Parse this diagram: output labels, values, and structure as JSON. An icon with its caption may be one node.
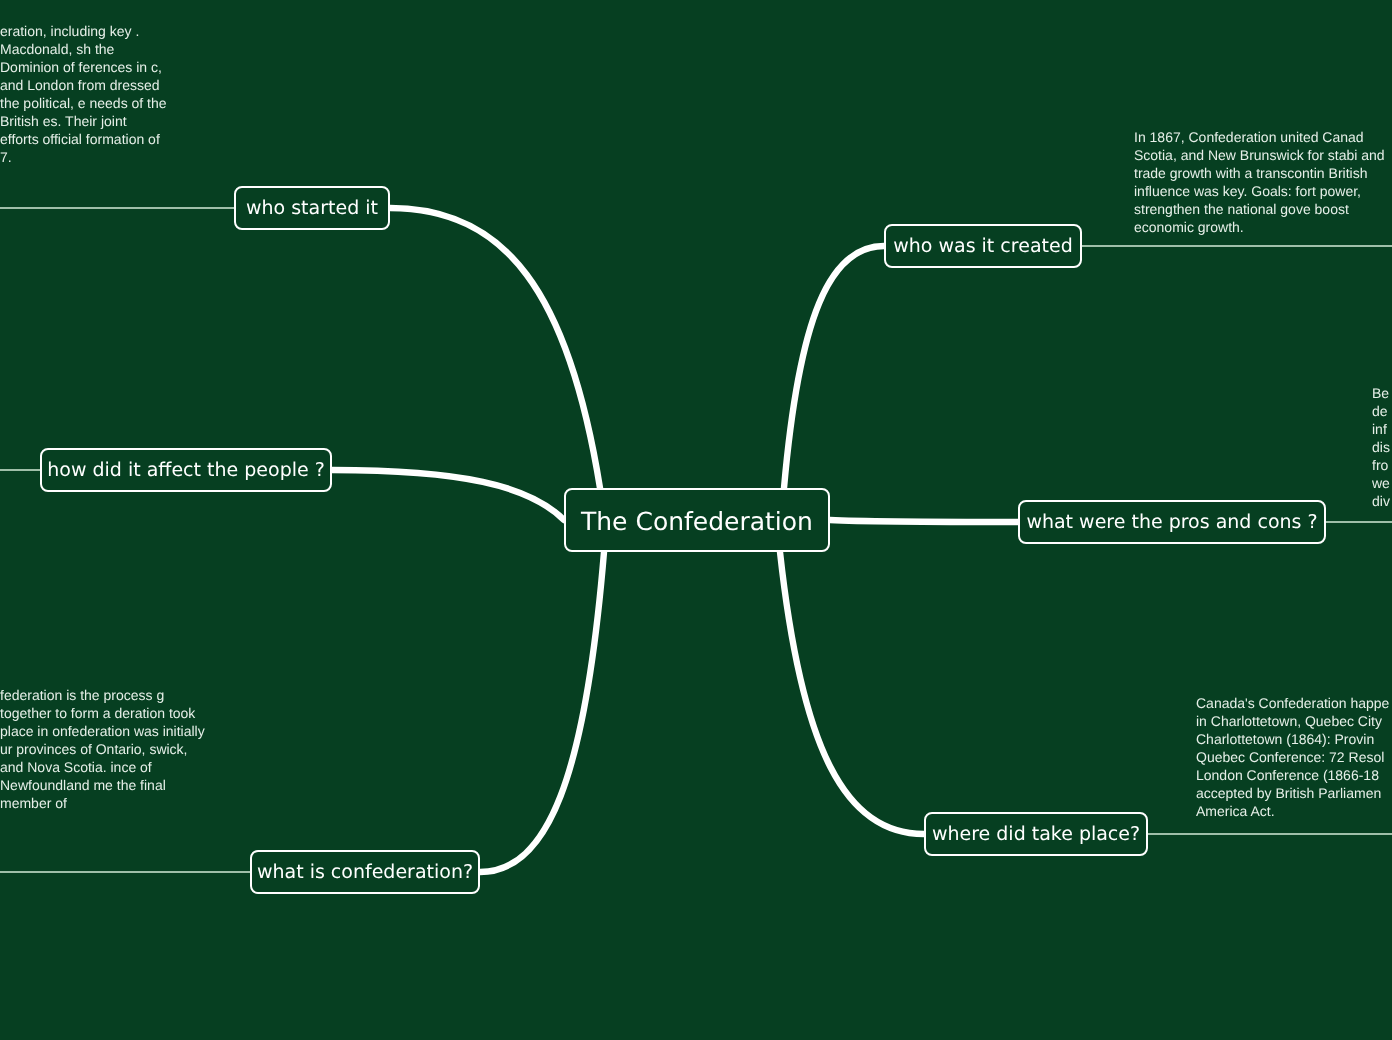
{
  "diagram": {
    "nodes": [
      {
        "text": [
          "The Confederation"
        ]
      },
      {
        "text": [
          "who started it"
        ]
      },
      {
        "text": [
          "eration, including key . Macdonald, sh the Dominion of ferences in c, and London from dressed the political, e needs of the British es. Their joint efforts official formation of 7."
        ]
      },
      {
        "text": [
          "who was it created"
        ]
      },
      {
        "text": [
          "In 1867, Confederation united Canad Scotia, and New Brunswick for stabi and trade growth with a transcontin British influence was key. Goals: fort power, strengthen the national gove boost economic growth."
        ]
      },
      {
        "text": [
          "how did it affect the people ?"
        ]
      },
      {
        "text": [
          "what were the pros and cons ?"
        ]
      },
      {
        "text": [
          "Be de inf dis fro we div"
        ]
      },
      {
        "text": [
          "what is confederation?"
        ]
      },
      {
        "text": [
          "federation is the process g together to form a deration took place in onfederation was initially ur provinces of Ontario, swick, and Nova Scotia. ince of Newfoundland me the final member of"
        ]
      },
      {
        "text": [
          "where did take place?"
        ]
      },
      {
        "text": [
          "Canada's Confederation happe in Charlottetown, Quebec City Charlottetown (1864): Provin Quebec Conference: 72 Resol London Conference (1866-18 accepted by British Parliamen America Act."
        ]
      }
    ],
    "edges": [
      {
        "from": 0,
        "to": 1,
        "arrow": "none",
        "style": "thick"
      },
      {
        "from": 0,
        "to": 3,
        "arrow": "none",
        "style": "thick"
      },
      {
        "from": 0,
        "to": 5,
        "arrow": "none",
        "style": "thick"
      },
      {
        "from": 0,
        "to": 6,
        "arrow": "none",
        "style": "thick"
      },
      {
        "from": 0,
        "to": 8,
        "arrow": "none",
        "style": "thick"
      },
      {
        "from": 0,
        "to": 10,
        "arrow": "none",
        "style": "thick"
      },
      {
        "from": 1,
        "to": 2,
        "arrow": "none",
        "color": "#9fbfa9"
      },
      {
        "from": 3,
        "to": 4,
        "arrow": "none",
        "color": "#9fbfa9"
      },
      {
        "from": 5,
        "to": null,
        "arrow": "none",
        "color": "#9fbfa9"
      },
      {
        "from": 6,
        "to": 7,
        "arrow": "none",
        "color": "#9fbfa9"
      },
      {
        "from": 8,
        "to": 9,
        "arrow": "none",
        "color": "#9fbfa9"
      },
      {
        "from": 10,
        "to": 11,
        "arrow": "none",
        "color": "#9fbfa9"
      }
    ]
  }
}
